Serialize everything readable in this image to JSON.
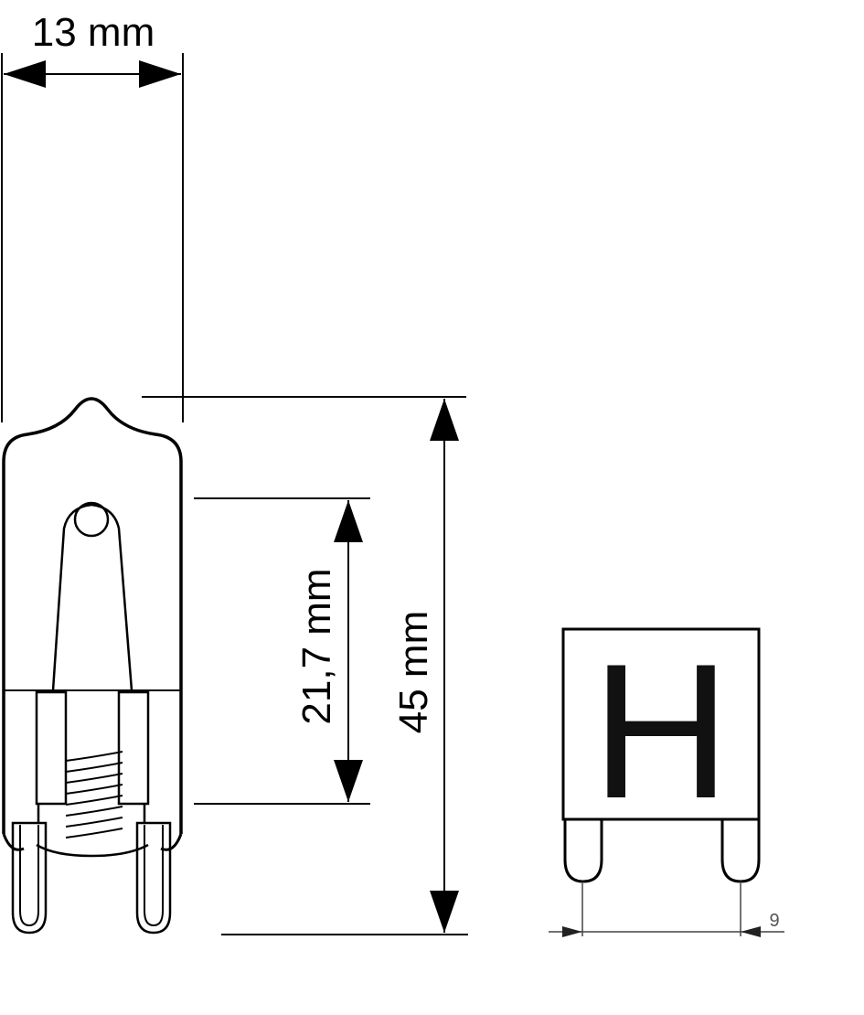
{
  "dimensions": {
    "width_label": "13 mm",
    "filament_label": "21,7 mm",
    "height_label": "45 mm",
    "pin_spacing_label": "9"
  },
  "base_symbol": {
    "letter": "H"
  },
  "colors": {
    "line": "#000000",
    "thin_line": "#444444",
    "background": "#ffffff"
  }
}
